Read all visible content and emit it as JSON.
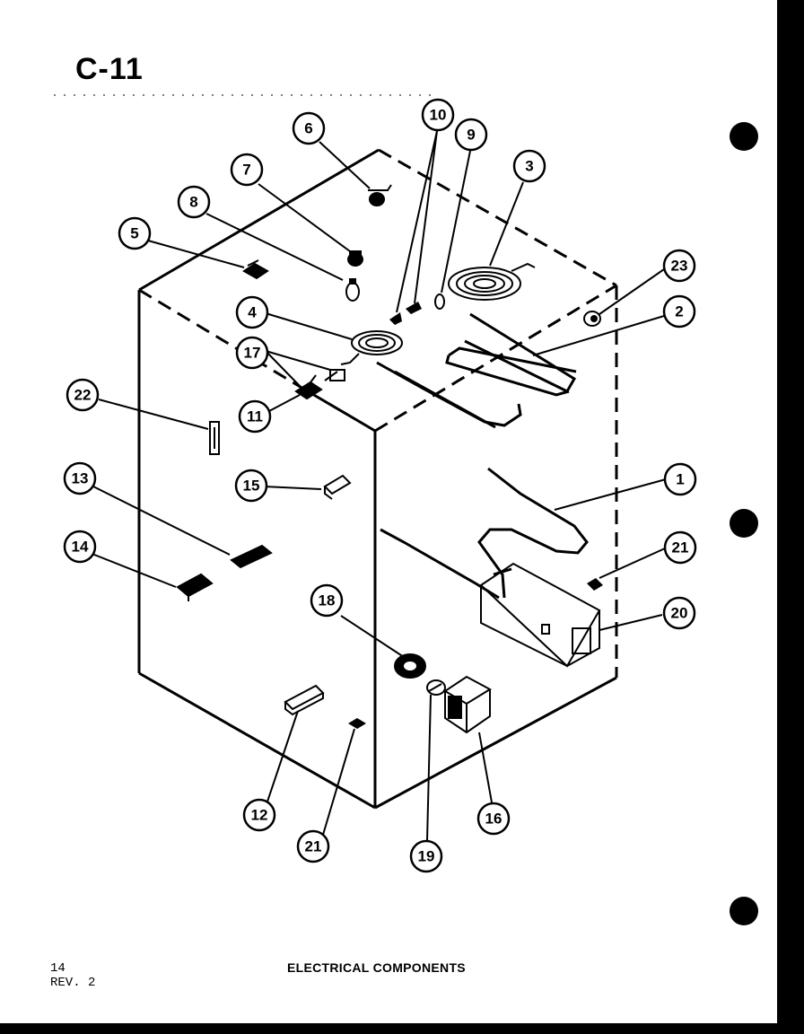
{
  "header": {
    "page_id": "C-11"
  },
  "footer": {
    "page_number": "14",
    "revision": "REV. 2",
    "caption": "ELECTRICAL COMPONENTS"
  },
  "callouts": [
    "1",
    "2",
    "3",
    "4",
    "5",
    "6",
    "7",
    "8",
    "9",
    "10",
    "11",
    "12",
    "13",
    "14",
    "15",
    "16",
    "17",
    "18",
    "19",
    "20",
    "21",
    "21",
    "22",
    "23"
  ],
  "colors": {
    "ink": "#000000",
    "paper": "#ffffff",
    "background": "#000000"
  }
}
